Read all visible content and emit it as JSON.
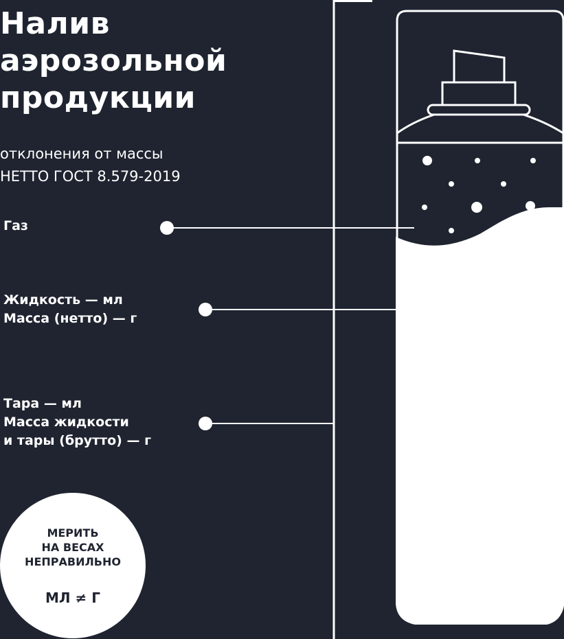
{
  "title": {
    "line1": "Налив",
    "line2": "аэрозольной",
    "line3": "продукции"
  },
  "subtitle": {
    "line1": "отклонения от массы",
    "line2": "НЕТТО ГОСТ 8.579-2019"
  },
  "labels": {
    "gas": "Газ",
    "liquid_line1": "Жидкость  — мл",
    "liquid_line2": "Масса (нетто)  — г",
    "tare_line1": "Тара  — мл",
    "tare_line2": "Масса жидкости",
    "tare_line3": "и тары (брутто)  — г"
  },
  "badge": {
    "line1": "МЕРИТЬ",
    "line2": "НА ВЕСАХ",
    "line3": "НЕПРАВИЛЬНО",
    "formula": "МЛ ≠ Г"
  },
  "colors": {
    "background": "#1f2430",
    "foreground": "#ffffff"
  }
}
